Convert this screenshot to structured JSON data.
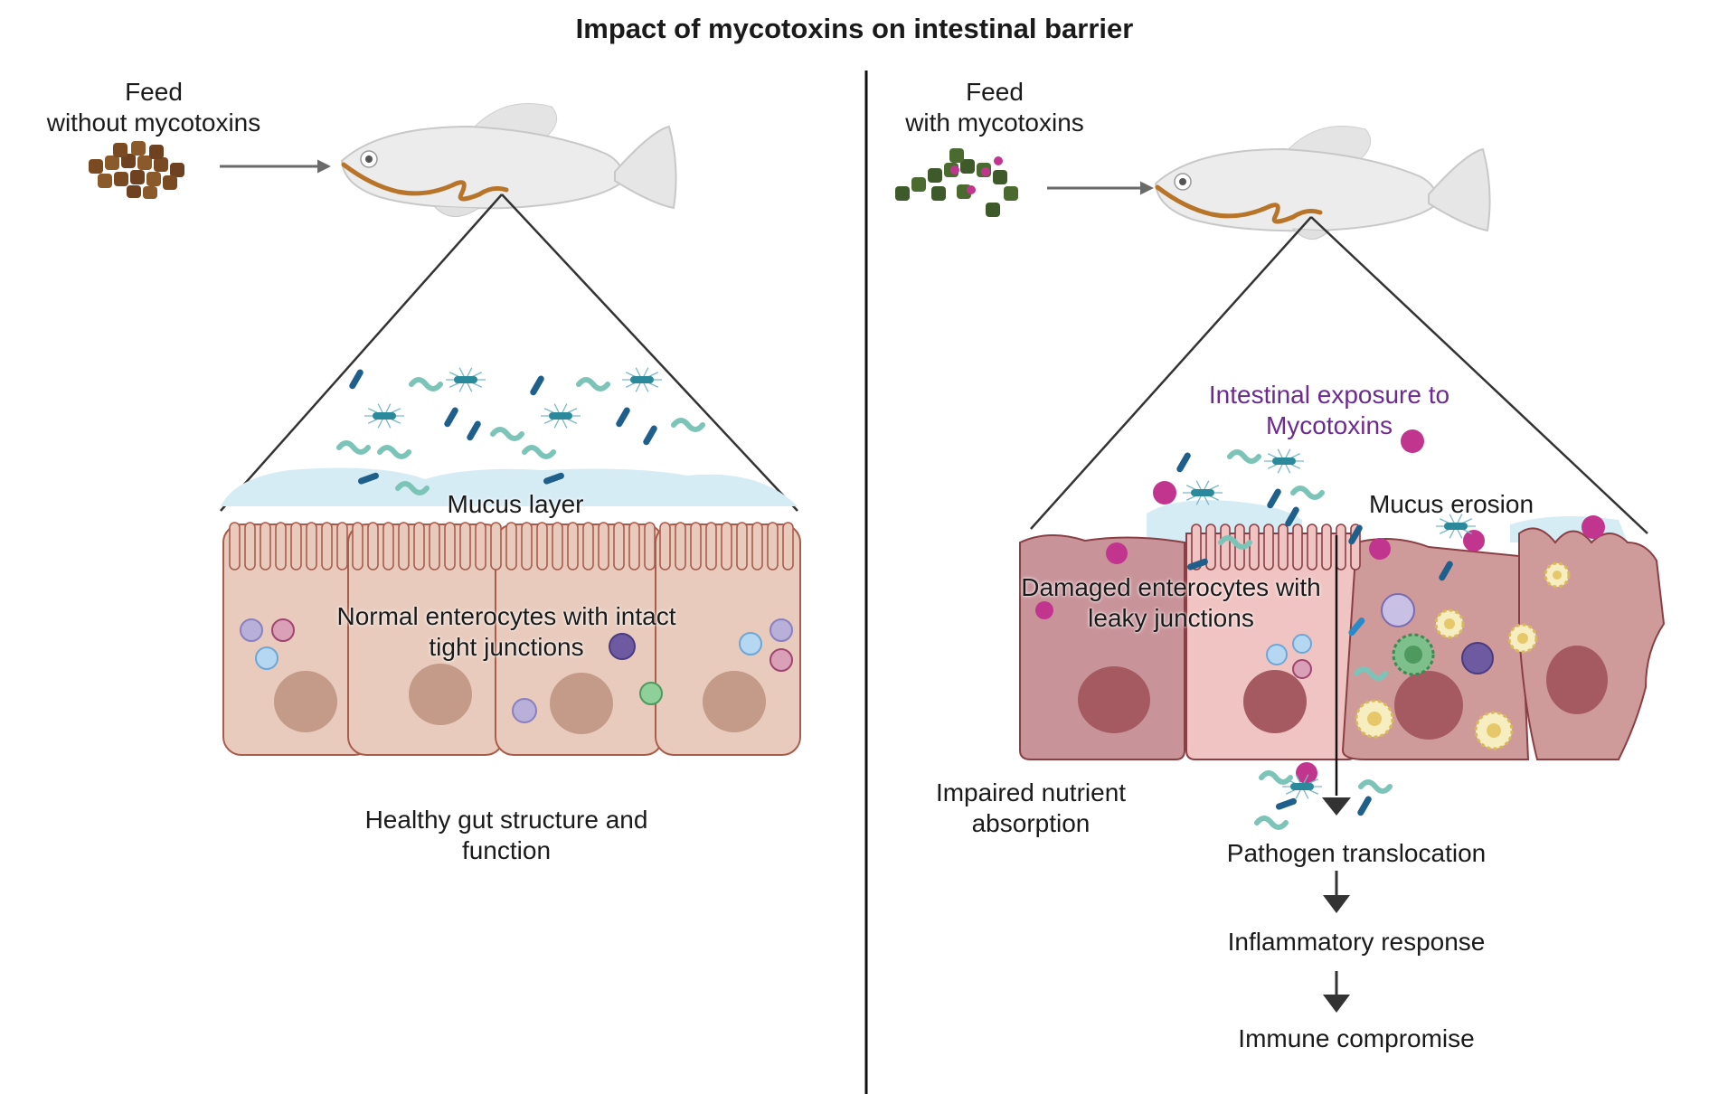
{
  "title": "Impact of mycotoxins on intestinal barrier",
  "left": {
    "feed_line1": "Feed",
    "feed_line2": "without mycotoxins",
    "mucus_label": "Mucus layer",
    "cells_line1": "Normal enterocytes with intact",
    "cells_line2": "tight junctions",
    "outcome_line1": "Healthy gut structure and",
    "outcome_line2": "function"
  },
  "right": {
    "feed_line1": "Feed",
    "feed_line2": "with mycotoxins",
    "exposure_line1": "Intestinal exposure to",
    "exposure_line2": "Mycotoxins",
    "mucus_erosion": "Mucus erosion",
    "damaged_line1": "Damaged enterocytes with",
    "damaged_line2": "leaky junctions",
    "nutrient_line1": "Impaired nutrient",
    "nutrient_line2": "absorption",
    "cascade": [
      "Pathogen translocation",
      "Inflammatory response",
      "Immune compromise"
    ]
  },
  "colors": {
    "mycotoxin": "#c2358f",
    "mucus": "#d6ecf5",
    "healthy_cell": "#e8cbbd",
    "damaged_cell": "#cf9a9a",
    "fish_gut": "#b8752a",
    "bacteria": "#2a7a8c",
    "exposure_text": "#6b2b8f"
  }
}
